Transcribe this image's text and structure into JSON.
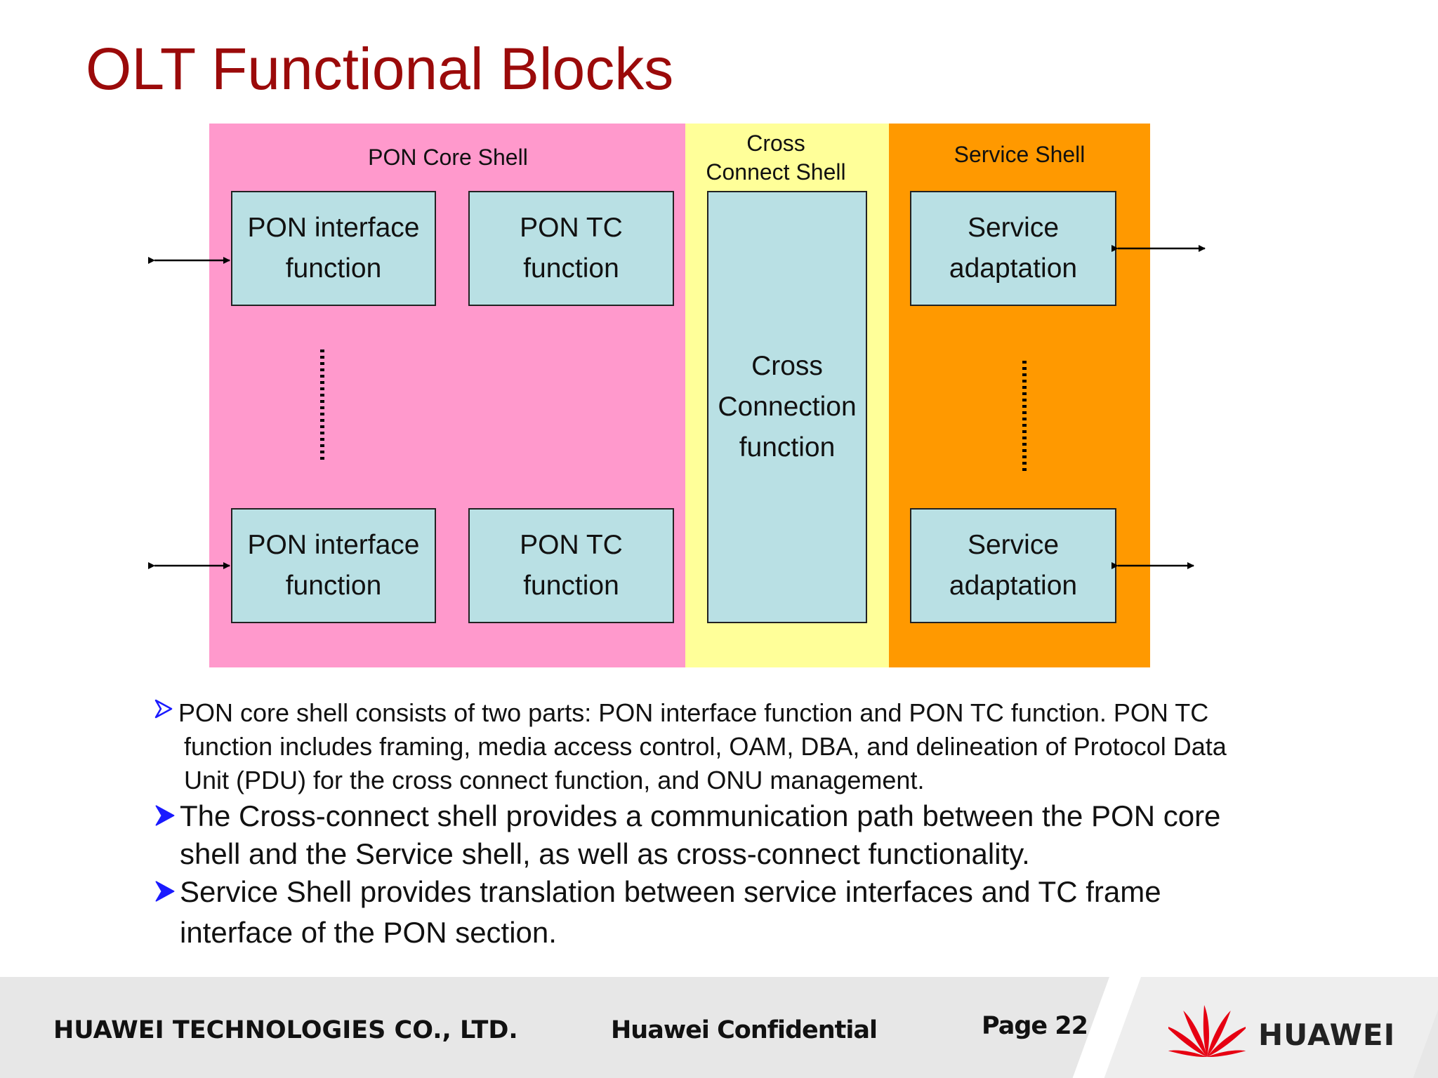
{
  "title": "OLT Functional Blocks",
  "diagram": {
    "pon_core_shell": {
      "label": "PON Core Shell",
      "pon_interface_top": [
        "PON interface",
        "function"
      ],
      "pon_tc_top": [
        "PON TC",
        "function"
      ],
      "pon_interface_bottom": [
        "PON interface",
        "function"
      ],
      "pon_tc_bottom": [
        "PON TC",
        "function"
      ]
    },
    "cross_connect_shell": {
      "label_line1": "Cross",
      "label_line2": "Connect Shell",
      "cross_connection": [
        "Cross",
        "Connection",
        "function"
      ]
    },
    "service_shell": {
      "label": "Service Shell",
      "service_adaptation_top": [
        "Service",
        "adaptation"
      ],
      "service_adaptation_bottom": [
        "Service",
        "adaptation"
      ]
    },
    "colors": {
      "pon_core": "#ff99cc",
      "cross_connect": "#ffff99",
      "service": "#ff9900",
      "function_box": "#b9e0e4",
      "title": "#9b0a0a"
    }
  },
  "bullets": [
    {
      "line1": "PON core shell consists of two parts: PON interface function and PON TC function. PON TC",
      "line2": "function includes framing, media access control, OAM, DBA, and delineation of Protocol Data",
      "line3": "Unit (PDU) for the cross connect function, and ONU management."
    },
    {
      "line1": "The Cross-connect shell provides a communication path between the PON core",
      "line2": "shell and the Service shell, as well as cross-connect functionality."
    },
    {
      "line1": "Service Shell provides translation between service interfaces and TC frame",
      "line2": "interface of the PON section."
    }
  ],
  "footer": {
    "company": "HUAWEI TECHNOLOGIES CO., LTD.",
    "confidential": "Huawei Confidential",
    "page": "Page 22",
    "brand": "HUAWEI",
    "brand_color": "#e60012"
  }
}
